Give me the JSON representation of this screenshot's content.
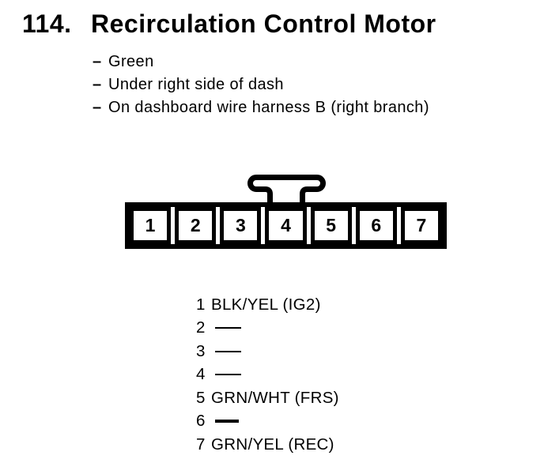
{
  "page": {
    "item_number": "114.",
    "title": "Recirculation Control Motor"
  },
  "notes": {
    "marker": "–",
    "items": [
      "Green",
      "Under right side of dash",
      "On dashboard wire harness B (right branch)"
    ]
  },
  "connector": {
    "pins": [
      "1",
      "2",
      "3",
      "4",
      "5",
      "6",
      "7"
    ]
  },
  "pinout": [
    {
      "num": "1",
      "wire": "BLK/YEL (IG2)"
    },
    {
      "num": "2",
      "wire": ""
    },
    {
      "num": "3",
      "wire": ""
    },
    {
      "num": "4",
      "wire": ""
    },
    {
      "num": "5",
      "wire": "GRN/WHT (FRS)"
    },
    {
      "num": "6",
      "wire": ""
    },
    {
      "num": "7",
      "wire": "GRN/YEL (REC)"
    }
  ],
  "colors": {
    "ink": "#000000",
    "paper": "#ffffff"
  }
}
